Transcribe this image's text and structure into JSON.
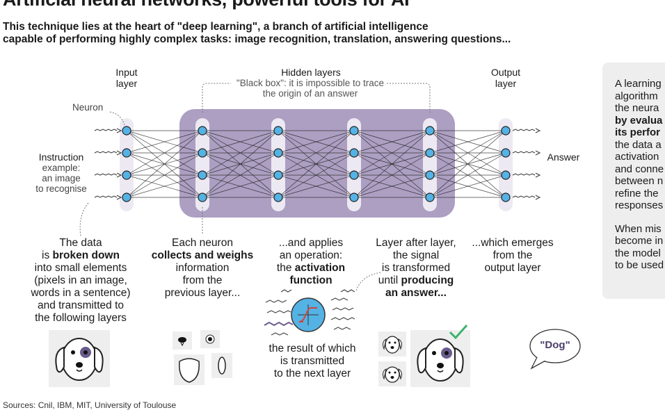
{
  "title": "Artificial neural networks, powerful tools for AI",
  "subtitle_line1": "This technique lies at the heart of \"deep learning\", a branch of artificial intelligence",
  "subtitle_line2": "capable of performing highly complex tasks: image recognition, translation, answering questions...",
  "labels": {
    "input_layer": [
      "Input",
      "layer"
    ],
    "hidden_layers": "Hidden layers",
    "black_box": [
      "\"Black box\": it is impossible to trace",
      "the origin of an answer"
    ],
    "output_layer": [
      "Output",
      "layer"
    ],
    "neuron": "Neuron",
    "instruction": "Instruction",
    "instruction_example": [
      "example:",
      "an image",
      "to recognise"
    ],
    "answer": "Answer"
  },
  "steps": {
    "step1": {
      "l1": "The data",
      "l2a": "is ",
      "l2b": "broken down",
      "l3": "into small elements",
      "l4": "(pixels in an image,",
      "l5": "words in a sentence)",
      "l6": "and transmitted to",
      "l7": "the following layers"
    },
    "step2": {
      "l1": "Each neuron",
      "l2": "collects and weighs",
      "l3": "information",
      "l4": "from the",
      "l5": "previous layer..."
    },
    "step3": {
      "l1": "...and applies",
      "l2": "an operation:",
      "l3a": "the ",
      "l3b": "activation",
      "l4": "function",
      "r1": "the result of which",
      "r2": "is transmitted",
      "r3": "to the next layer"
    },
    "step4": {
      "l1": "Layer after layer,",
      "l2": "the signal",
      "l3": "is transformed",
      "l4a": "until ",
      "l4b": "producing",
      "l5": "an answer..."
    },
    "step5": {
      "l1": "...which emerges",
      "l2": "from the",
      "l3": "output layer"
    }
  },
  "speech": "\"Dog\"",
  "sidebar": {
    "p1": [
      "A learning",
      "algorithm",
      "the neura",
      "by evalua",
      "its perfor",
      "the data a",
      "activation",
      "and conne",
      "between n",
      "refine the",
      "responses"
    ],
    "p2": [
      "When mis",
      "become in",
      "the model",
      "to be used"
    ]
  },
  "source": "Sources: Cnil, IBM, MIT, University of Toulouse",
  "colors": {
    "hidden_box": "#ac9fc2",
    "column_pill": "#ede9f3",
    "neuron": "#55b2e4",
    "dog_eye": "#6a5b8c",
    "check": "#3bb36a",
    "activation_curve": "#d0453a",
    "zigzag": "#6a5b8c"
  }
}
